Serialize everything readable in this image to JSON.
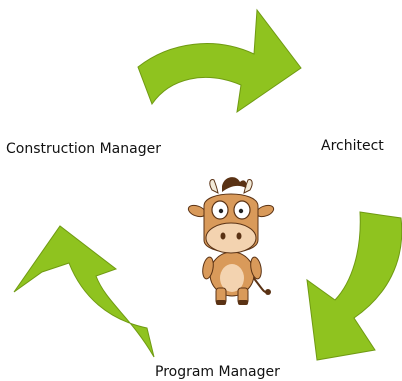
{
  "nodes": {
    "construction_manager": "Construction Manager",
    "architect": "Architect",
    "program_manager": "Program Manager"
  },
  "colors": {
    "arrow_fill": "#8fc31f",
    "arrow_stroke": "#6f9a12",
    "cow_body": "#d99a5a",
    "cow_muzzle": "#f3d3b0",
    "cow_hair": "#5a3214",
    "horn": "#f2ead8"
  },
  "center_image": "cartoon-cow-mascot"
}
